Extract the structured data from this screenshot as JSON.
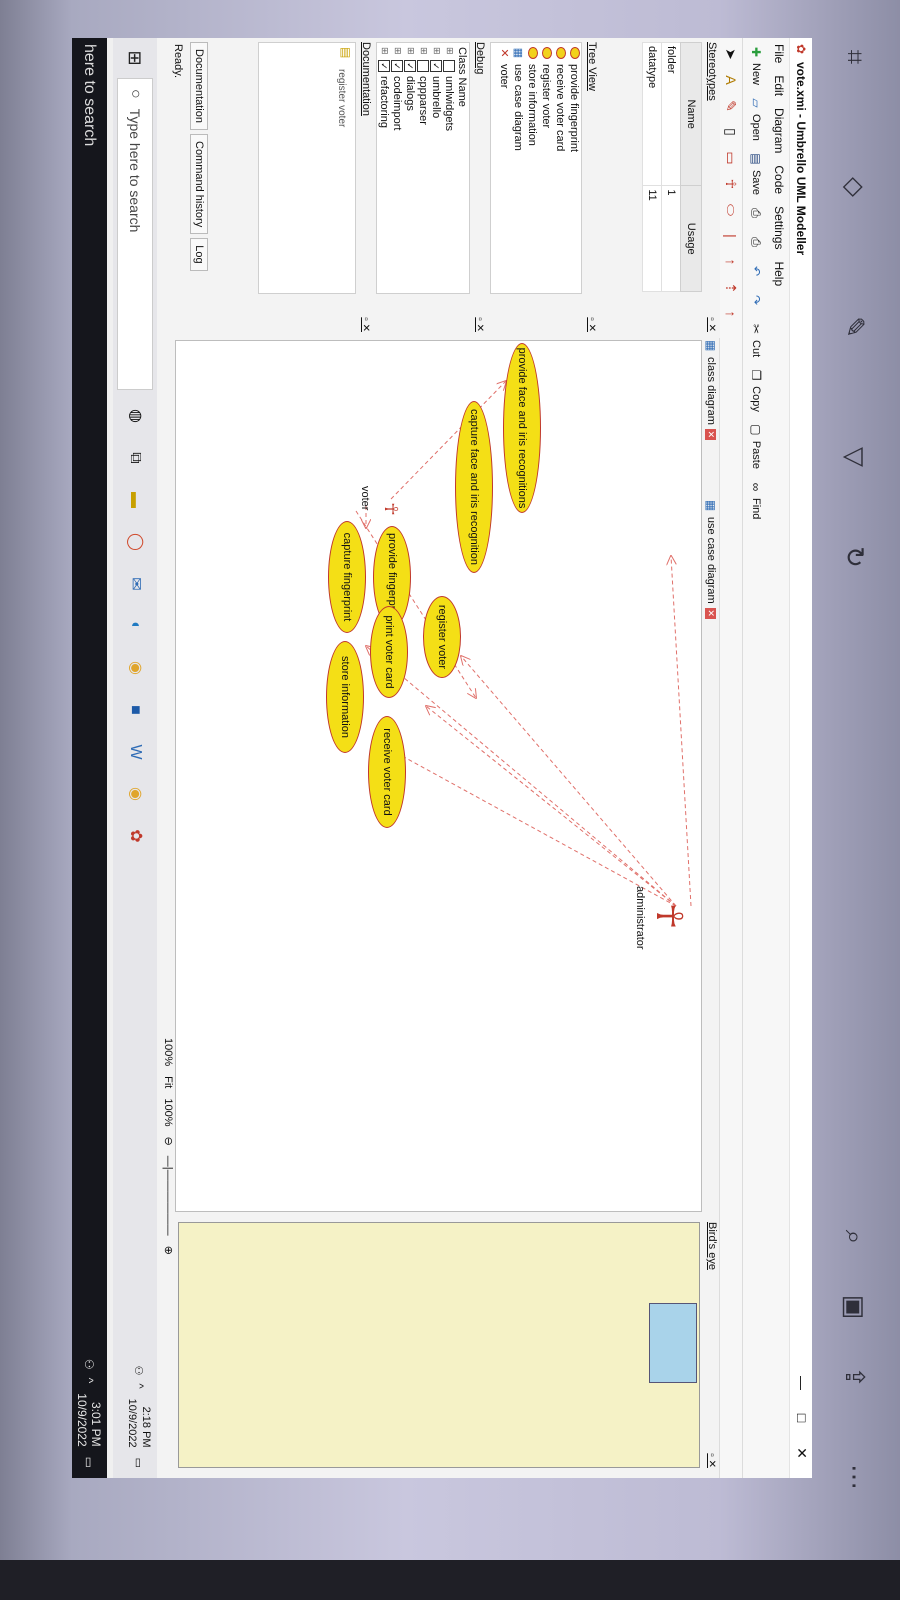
{
  "window": {
    "title": "vote.xmi - Umbrello UML Modeller",
    "minimize": "—",
    "maximize": "□",
    "close": "✕"
  },
  "menu": [
    "File",
    "Edit",
    "Diagram",
    "Code",
    "Settings",
    "Help"
  ],
  "toolbar": {
    "new": "New",
    "open": "Open",
    "save": "Save",
    "cut": "Cut",
    "copy": "Copy",
    "paste": "Paste",
    "find": "Find"
  },
  "stereotypes": {
    "title": "Stereotypes",
    "columns": [
      "Name",
      "Usage"
    ],
    "rows": [
      {
        "name": "folder",
        "usage": "1"
      },
      {
        "name": "datatype",
        "usage": "11"
      }
    ]
  },
  "tree_view": {
    "title": "Tree View",
    "items": [
      "provide fingerprint",
      "receive voter card",
      "register voter",
      "store information",
      "use case diagram",
      "voter"
    ]
  },
  "debug": {
    "title": "Debug",
    "header": "Class Name",
    "items": [
      {
        "label": "umlwidgets",
        "checked": false
      },
      {
        "label": "umbrello",
        "checked": true
      },
      {
        "label": "cppparser",
        "checked": false
      },
      {
        "label": "dialogs",
        "checked": true
      },
      {
        "label": "codeimport",
        "checked": true
      },
      {
        "label": "refactoring",
        "checked": true
      }
    ]
  },
  "documentation": {
    "title": "Documentation",
    "content": "register voter"
  },
  "bottom_tabs": [
    "Documentation",
    "Command history",
    "Log"
  ],
  "status": "Ready.",
  "diagram_tabs": [
    "class diagram",
    "use case diagram"
  ],
  "diagram": {
    "use_cases": [
      "provide face and iris recognitions",
      "capture face and iris recognition",
      "provide fingerprint",
      "capture fingerprint",
      "register voter",
      "print voter card",
      "store information",
      "receive voter card"
    ],
    "actors": [
      "voter",
      "administrator"
    ]
  },
  "zoom": {
    "level": "100%",
    "fit": "Fit",
    "fit_level": "100%"
  },
  "birds_eye": {
    "title": "Bird's eye"
  },
  "taskbar": {
    "search_placeholder": "Type here to search",
    "time": "2:18 PM",
    "date": "10/9/2022"
  },
  "outer_taskbar": {
    "search_partial": "here to search",
    "time": "3:01 PM",
    "date": "10/9/2022"
  },
  "colors": {
    "usecase_fill": "#f4df16",
    "usecase_border": "#c0392b",
    "relation_line": "#e0706a"
  }
}
